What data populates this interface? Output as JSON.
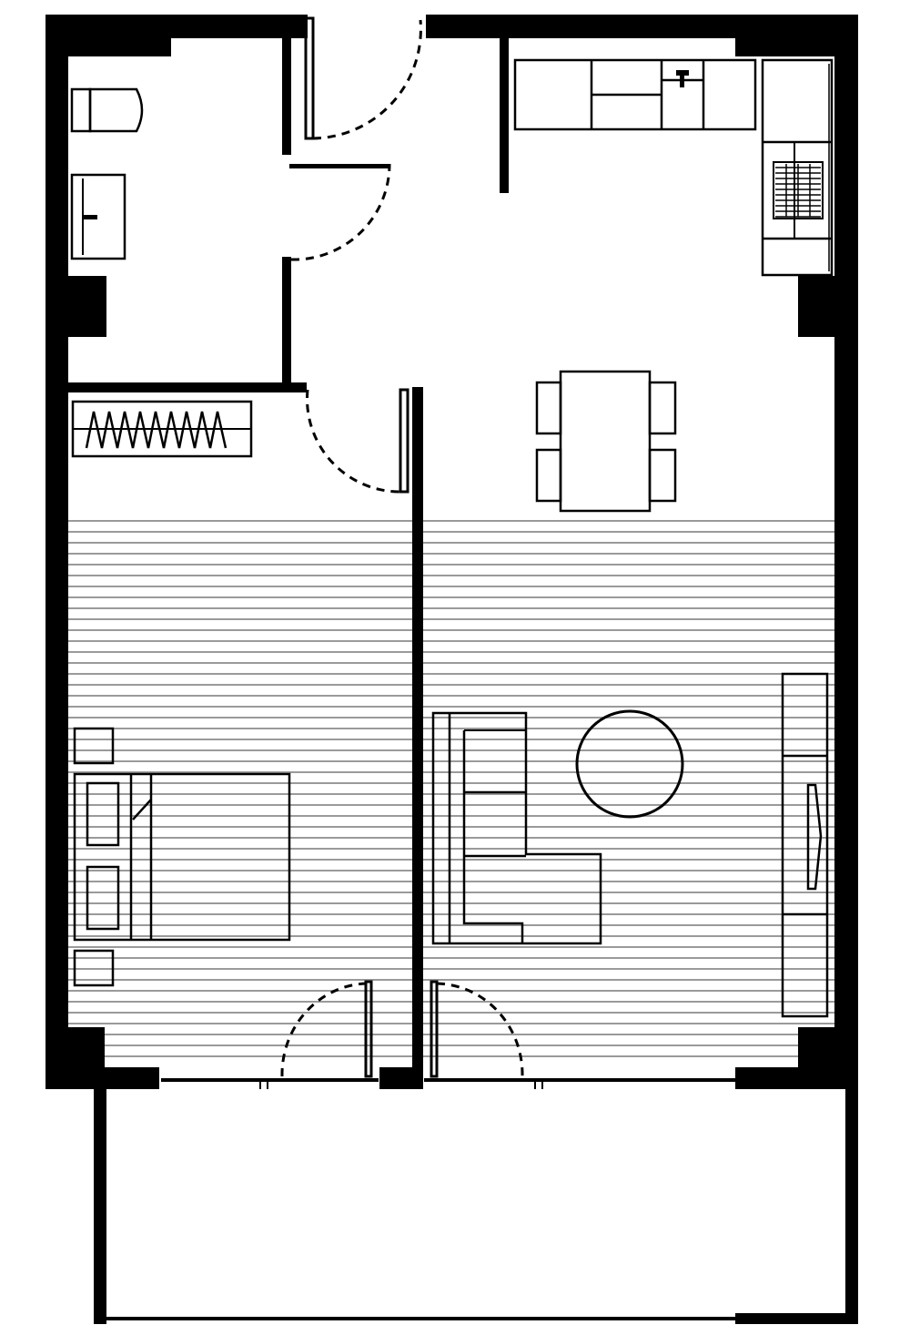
{
  "plan": {
    "rooms": [
      "bathroom",
      "entry-hall",
      "kitchen",
      "dining",
      "bedroom",
      "living",
      "balcony"
    ],
    "colors": {
      "wall": "#000000",
      "floor_hatch": "#9a9a9a",
      "background": "#ffffff"
    }
  }
}
